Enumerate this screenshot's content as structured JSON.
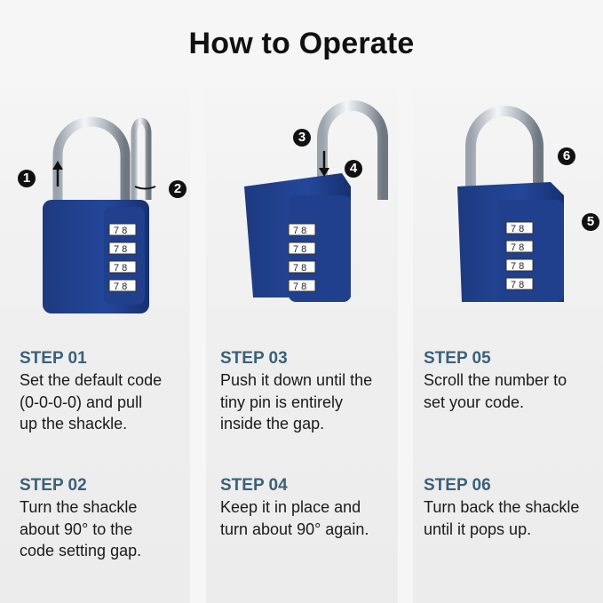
{
  "title": "How to Operate",
  "colors": {
    "step_heading": "#3b6079",
    "lock_body": "#1f3f8a",
    "background": "#f6f6f6",
    "panel": "#eeeeee"
  },
  "columns": [
    {
      "illustration": {
        "badges": [
          "1",
          "2"
        ],
        "dial_digits": [
          "7",
          "8"
        ]
      },
      "steps": [
        {
          "heading": "STEP 01",
          "lines": [
            "Set the default code",
            "(0-0-0-0) and pull",
            "up the shackle."
          ]
        },
        {
          "heading": "STEP 02",
          "lines": [
            "Turn the shackle",
            "about 90° to the",
            "code setting gap."
          ]
        }
      ]
    },
    {
      "illustration": {
        "badges": [
          "3",
          "4"
        ],
        "dial_digits": [
          "7",
          "8"
        ]
      },
      "steps": [
        {
          "heading": "STEP 03",
          "lines": [
            "Push it down until the",
            "tiny pin is entirely",
            "inside the gap."
          ]
        },
        {
          "heading": "STEP 04",
          "lines": [
            "Keep it in place and",
            "turn about 90° again."
          ]
        }
      ]
    },
    {
      "illustration": {
        "badges": [
          "6",
          "5"
        ],
        "dial_digits": [
          "7",
          "8"
        ]
      },
      "steps": [
        {
          "heading": "STEP 05",
          "lines": [
            "Scroll the number to",
            "set your code."
          ]
        },
        {
          "heading": "STEP 06",
          "lines": [
            "Turn back the shackle",
            "until it pops up."
          ]
        }
      ]
    }
  ]
}
